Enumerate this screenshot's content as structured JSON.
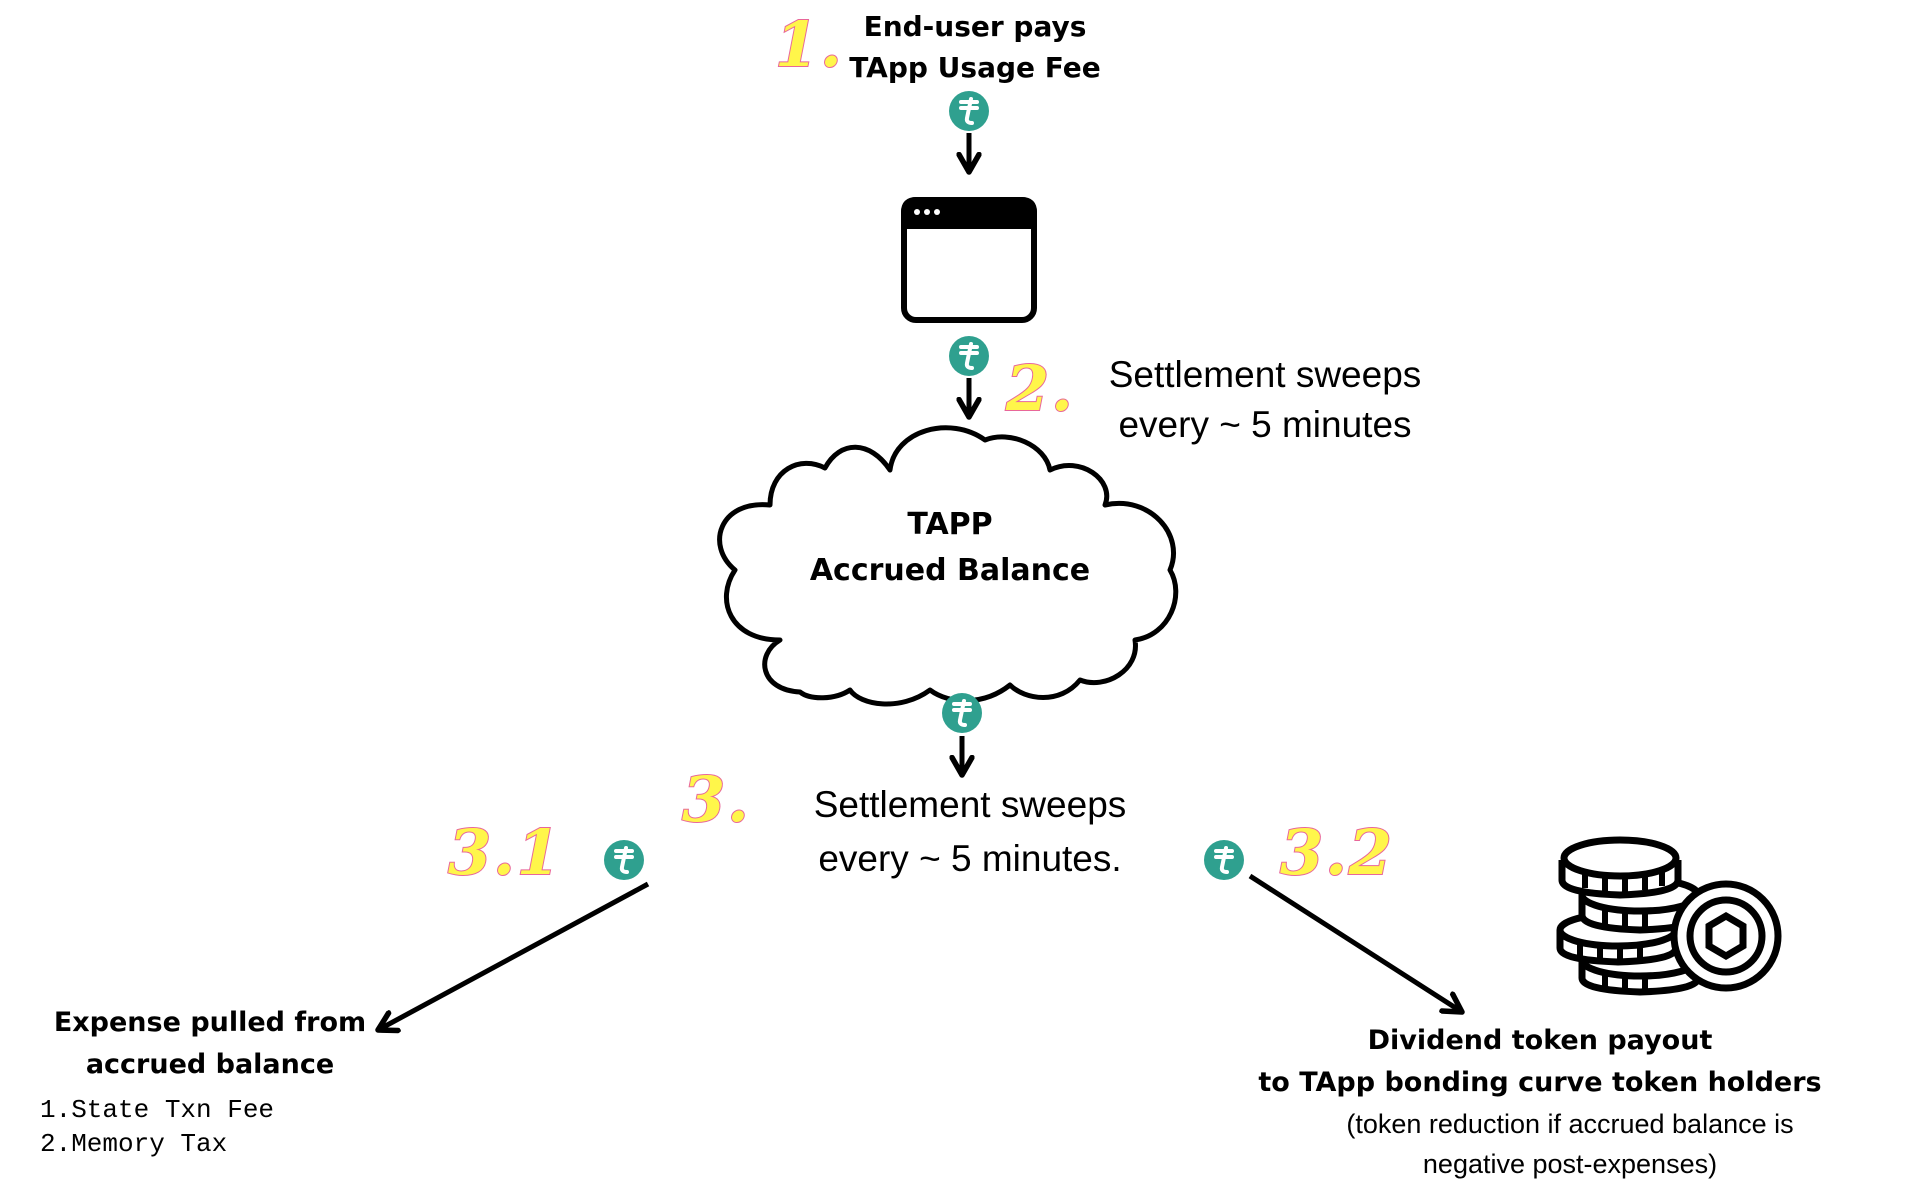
{
  "colors": {
    "token": "#2fa08f",
    "step_fill": "#fff64a",
    "step_stroke": "#e8679a",
    "ink": "#000000"
  },
  "step1": {
    "number": "1.",
    "line1": "End-user pays",
    "line2": "TApp Usage Fee"
  },
  "step2": {
    "number": "2.",
    "line1": "Settlement sweeps",
    "line2": "every ~ 5 minutes"
  },
  "cloud": {
    "line1": "TAPP",
    "line2": "Accrued Balance"
  },
  "step3": {
    "number": "3.",
    "line1": "Settlement sweeps",
    "line2": "every ~ 5 minutes."
  },
  "step31": {
    "number": "3.1",
    "title_line1": "Expense pulled from",
    "title_line2": "accrued balance",
    "items": [
      "1.State Txn Fee",
      "2.Memory Tax"
    ]
  },
  "step32": {
    "number": "3.2",
    "title_line1": "Dividend token payout",
    "title_line2": "to TApp bonding curve token holders",
    "note_line1": "(token reduction if accrued balance is",
    "note_line2": "negative post-expenses)"
  },
  "icons": {
    "token": "token-icon",
    "browser": "browser-window-icon",
    "cloud": "cloud-shape",
    "coins": "coin-stack-icon",
    "arrow": "arrow-icon"
  }
}
